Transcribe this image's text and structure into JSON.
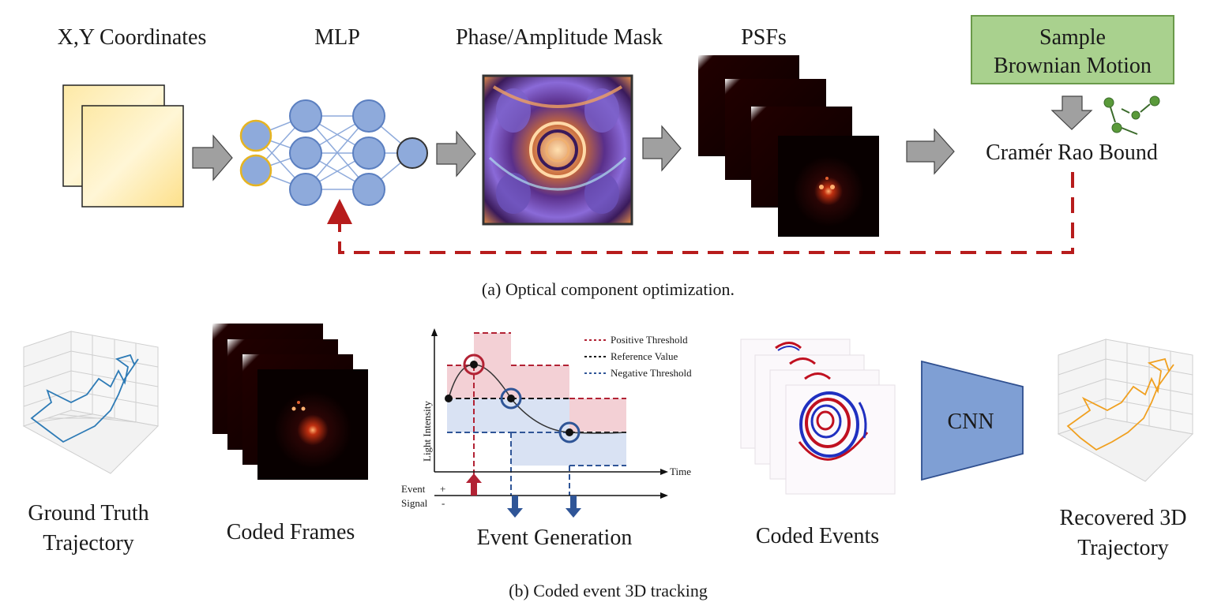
{
  "top": {
    "xy_label": "X,Y Coordinates",
    "mlp_label": "MLP",
    "mask_label": "Phase/Amplitude Mask",
    "psf_label": "PSFs",
    "sample_line1": "Sample",
    "sample_line2": "Brownian Motion",
    "crb_label": "Cramér Rao Bound",
    "caption": "(a) Optical component optimization."
  },
  "bottom": {
    "gt_line1": "Ground Truth",
    "gt_line2": "Trajectory",
    "frames_label": "Coded Frames",
    "event_gen_label": "Event Generation",
    "coded_events_label": "Coded Events",
    "cnn_label": "CNN",
    "rec_line1": "Recovered 3D",
    "rec_line2": "Trajectory",
    "caption": "(b) Coded event 3D tracking"
  },
  "event_plot": {
    "legend": [
      "Positive Threshold",
      "Reference Value",
      "Negative Threshold"
    ],
    "ylabel": "Light Intensity",
    "xlabel": "Time",
    "event_label": "Event",
    "signal_label": "Signal",
    "plus": "+",
    "minus": "-"
  },
  "colors": {
    "arrow_fill": "#a0a0a0",
    "node_blue": "#8eaadb",
    "node_edge": "#5b7fc0",
    "input_node_edge": "#e6b422",
    "dashed_red": "#b71c1c",
    "sample_box": "#a9d18e",
    "sample_edge": "#6a9a4a",
    "cnn_fill": "#7f9fd4",
    "positive": "#b22234",
    "negative": "#2f5597",
    "gt_traj": "#2e7bb6",
    "rec_traj": "#f0a020"
  }
}
